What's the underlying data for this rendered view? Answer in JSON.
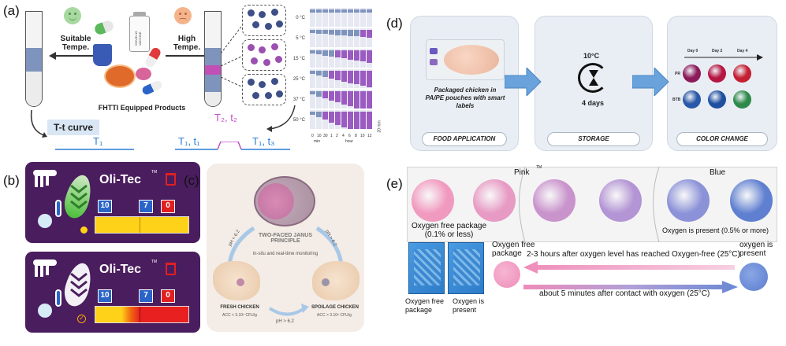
{
  "panel_a": {
    "letter": "(a)",
    "suitable_label": "Suitable\nTempe.",
    "high_label": "High\nTempe.",
    "products_caption": "FHTTI Equipped Products",
    "tt_curve": "T-t curve",
    "t1": "T₁",
    "t1t1": "T₁, t₁",
    "t2t2": "T₂, t₂",
    "t1t3": "T₁, t₃",
    "vaccine_label": "COVID-19 VACCINE",
    "heat_rows": [
      "0 °C",
      "5 °C",
      "15 °C",
      "25 °C",
      "37 °C",
      "50 °C"
    ],
    "heat_x_ticks": [
      "0",
      "10",
      "30",
      "1",
      "2",
      "4",
      "6",
      "8",
      "10",
      "12"
    ],
    "heat_x_units": [
      "min",
      "hour"
    ],
    "scale_label": "20 mm"
  },
  "panel_b": {
    "letter": "(b)",
    "brand": "Oli-Tec",
    "tm": "TM",
    "calendar": [
      "10",
      "7",
      "0"
    ],
    "colors": {
      "card": "#4a1d5e",
      "yellow": "#ffd21a",
      "red": "#e82020",
      "green": "#4cbf3a"
    }
  },
  "panel_c": {
    "letter": "(c)",
    "title": "TWO-FACED JANUS PRINCIPLE",
    "subtitle": "in-situ and real-time monitoring",
    "fresh": "FRESH CHICKEN",
    "spoilage": "SPOILAGE CHICKEN",
    "fresh_acc": "ACC < 3.10⁶ CFU/g",
    "spoil_acc": "ACC > 3.10⁶ CFU/g",
    "ph_bottom": "pH > 6.2",
    "ph_left": "pH < 6.2",
    "ph_right": "pH > 6.2"
  },
  "panel_d": {
    "letter": "(d)",
    "package_text": "Packaged chicken in PA/PE pouches with smart labels",
    "temp": "10°C",
    "days": "4 days",
    "stage_labels": [
      "FOOD APPLICATION",
      "STORAGE",
      "COLOR CHANGE"
    ],
    "day_labels": [
      "Day 0",
      "Day 2",
      "Day 4"
    ],
    "row_labels": [
      "PR",
      "BTB"
    ],
    "dot_colors": {
      "pr": [
        "#8c1a5a",
        "#b51642",
        "#c42032"
      ],
      "btb": [
        "#2a58a8",
        "#1f4fa0",
        "#2e8a4a"
      ]
    }
  },
  "panel_e": {
    "letter": "(e)",
    "pink": "Pink",
    "blue": "Blue",
    "tm": "TM",
    "oxygen_free_pkg": "Oxygen free package\n(0.1% or less)",
    "oxygen_present_top": "Oxygen is present (0.5% or more)",
    "oxygen_free_mid": "Oxygen free\npackage",
    "hours_text": "2-3 hours after oxygen level has reached Oxygen-free (25°C)",
    "minutes_text": "about 5 minutes after contact with oxygen   (25°C)",
    "oxygen_is_present_right": "oxygen is\npresent",
    "pkg_left": "Oxygen free\npackage",
    "pkg_right": "Oxygen is\npresent",
    "circle_colors": [
      "#f19ac0",
      "#e79ac4",
      "#c993cc",
      "#b394d4",
      "#8c92d8",
      "#5f7fd0"
    ]
  }
}
